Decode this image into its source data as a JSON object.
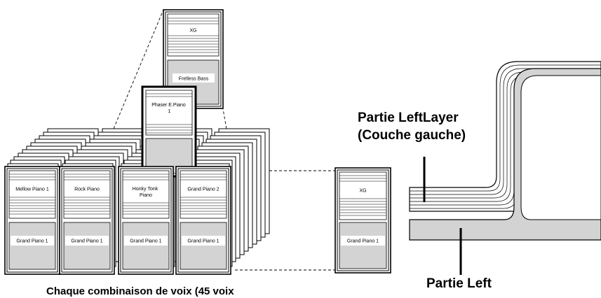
{
  "cards": {
    "xg": "XG",
    "fretless_bass": "Fretless Bass",
    "phaser_epiano": "Phaser E.Piano 1",
    "mellow_piano": "Mellow Piano 1",
    "rock_piano": "Rock Piano",
    "honky_tonk": "Honky Tonk Piano",
    "grand_piano_2": "Grand Piano 2",
    "grand_piano_1": "Grand Piano 1"
  },
  "labels": {
    "left_layer_line1": "Partie LeftLayer",
    "left_layer_line2": "(Couche gauche)",
    "left_part": "Partie Left",
    "caption": "Chaque combinaison de voix (45 voix"
  }
}
